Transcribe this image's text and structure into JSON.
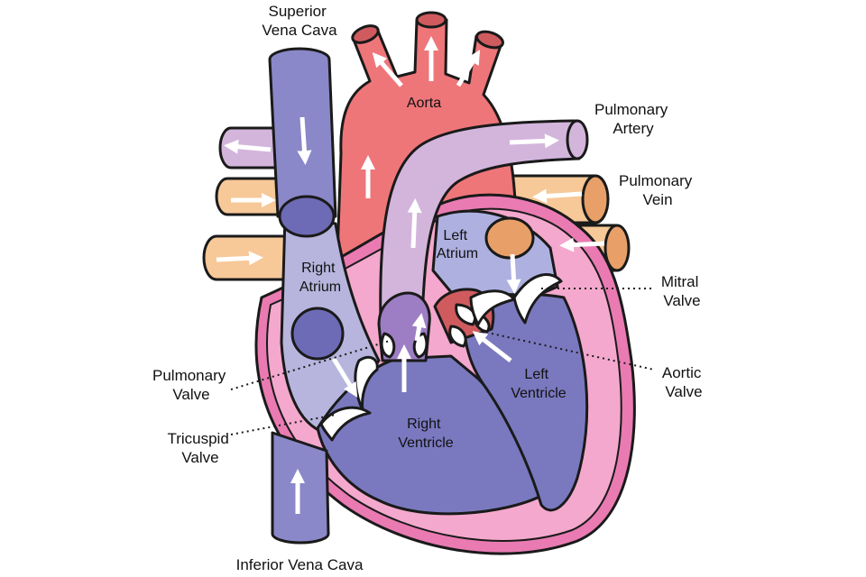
{
  "colors": {
    "vena_cava": "#8a88c8",
    "vena_cava_dark": "#6d6bb5",
    "right_atrium": "#b7b5dd",
    "ventricle": "#7a79bf",
    "aorta": "#ee7679",
    "aorta_dark": "#cf5b5f",
    "pulmonary_artery": "#d3b5dc",
    "pulmonary_vein": "#f7c898",
    "pulmonary_vein_dark": "#e8a068",
    "myocardium": "#e97bb2",
    "pericardium": "#f4a8cd",
    "left_atrium": "#aeb0e0",
    "valve": "#ffffff",
    "arrow": "#ffffff",
    "outline": "#1a1a1a"
  },
  "labels": {
    "superior_vena_cava": [
      "Superior",
      "Vena Cava"
    ],
    "aorta": [
      "Aorta"
    ],
    "pulmonary_artery": [
      "Pulmonary",
      "Artery"
    ],
    "pulmonary_vein": [
      "Pulmonary",
      "Vein"
    ],
    "left_atrium": [
      "Left",
      "Atrium"
    ],
    "right_atrium": [
      "Right",
      "Atrium"
    ],
    "mitral_valve": [
      "Mitral",
      "Valve"
    ],
    "pulmonary_valve": [
      "Pulmonary",
      "Valve"
    ],
    "aortic_valve": [
      "Aortic",
      "Valve"
    ],
    "left_ventricle": [
      "Left",
      "Ventricle"
    ],
    "tricuspid_valve": [
      "Tricuspid",
      "Valve"
    ],
    "right_ventricle": [
      "Right",
      "Ventricle"
    ],
    "inferior_vena_cava": [
      "Inferior Vena Cava"
    ]
  }
}
